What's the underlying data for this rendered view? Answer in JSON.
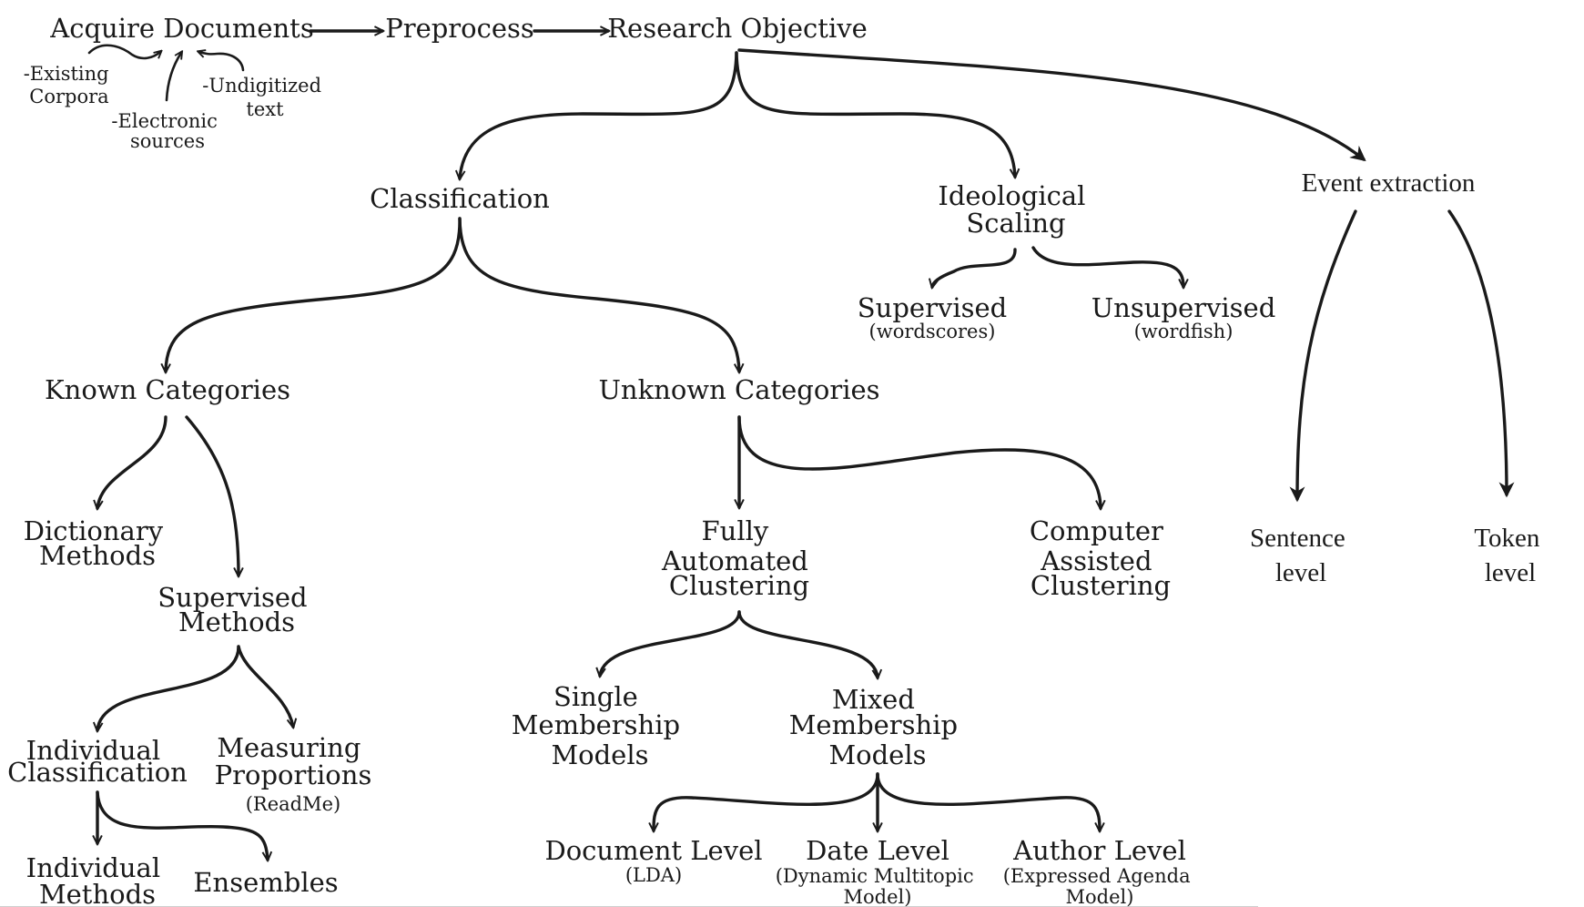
{
  "pipeline": {
    "acquire": "Acquire Documents",
    "preprocess": "Preprocess",
    "objective": "Research Objective"
  },
  "sources": {
    "existing": [
      "-Existing",
      "Corpora"
    ],
    "electronic": [
      "-Electronic",
      "sources"
    ],
    "undigitized": [
      "-Undigitized",
      "text"
    ]
  },
  "nodes": {
    "classification": "Classification",
    "ideological": [
      "Ideological",
      "Scaling"
    ],
    "event": "Event extraction",
    "supervised_scaling": {
      "label": "Supervised",
      "note": "(wordscores)"
    },
    "unsupervised_scaling": {
      "label": "Unsupervised",
      "note": "(wordfish)"
    },
    "known": "Known Categories",
    "unknown": "Unknown Categories",
    "sentence": [
      "Sentence",
      "level"
    ],
    "token": [
      "Token",
      "level"
    ],
    "dictionary": [
      "Dictionary",
      "Methods"
    ],
    "supervised_methods": [
      "Supervised",
      "Methods"
    ],
    "fully": [
      "Fully",
      "Automated",
      "Clustering"
    ],
    "computer": [
      "Computer",
      "Assisted",
      "Clustering"
    ],
    "single": [
      "Single",
      "Membership",
      "Models"
    ],
    "mixed": [
      "Mixed",
      "Membership",
      "Models"
    ],
    "individual_class": [
      "Individual",
      "Classification"
    ],
    "measuring": {
      "lines": [
        "Measuring",
        "Proportions"
      ],
      "note": "(ReadMe)"
    },
    "individual_methods": [
      "Individual",
      "Methods"
    ],
    "ensembles": "Ensembles",
    "document": {
      "label": "Document Level",
      "note": [
        "(LDA)"
      ]
    },
    "date": {
      "label": "Date Level",
      "note": [
        "(Dynamic Multitopic",
        "Model)"
      ]
    },
    "author": {
      "label": "Author Level",
      "note": [
        "(Expressed Agenda",
        "Model)"
      ]
    }
  }
}
